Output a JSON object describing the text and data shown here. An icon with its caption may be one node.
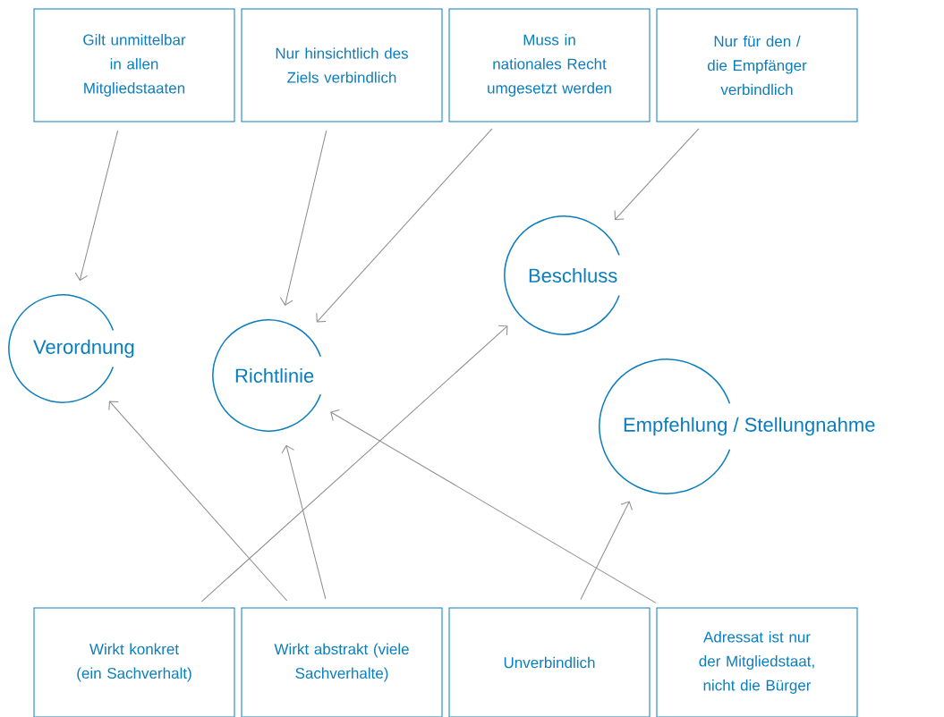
{
  "diagram": {
    "nodes": [
      {
        "text": [
          "Gilt unmittelbar in allen Mitgliedstaaten"
        ]
      },
      {
        "text": [
          "Nur hinsichtlich des Ziels verbindlich"
        ]
      },
      {
        "text": [
          "Muss in nationales Recht umgesetzt werden"
        ]
      },
      {
        "text": [
          "Nur für den / die Empfänger verbindlich"
        ]
      },
      {
        "text": [
          "Verordnung"
        ]
      },
      {
        "text": [
          "Richtlinie"
        ]
      },
      {
        "text": [
          "Beschluss"
        ]
      },
      {
        "text": [
          "Empfehlung / Stellungnahme"
        ]
      },
      {
        "text": [
          "Wirkt konkret (ein Sachverhalt)"
        ]
      },
      {
        "text": [
          "Wirkt abstrakt (viele Sachverhalte)"
        ]
      },
      {
        "text": [
          "Unverbindlich"
        ]
      },
      {
        "text": [
          "Adressat ist nur der Mitgliedstaat, nicht die Bürger"
        ]
      }
    ],
    "edges": [
      {
        "from": 0,
        "to": 4,
        "arrow": "to"
      },
      {
        "from": 1,
        "to": 5,
        "arrow": "to"
      },
      {
        "from": 2,
        "to": 5,
        "arrow": "to"
      },
      {
        "from": 3,
        "to": 6,
        "arrow": "to"
      },
      {
        "from": 8,
        "to": 6,
        "arrow": "to"
      },
      {
        "from": 9,
        "to": 4,
        "arrow": "to"
      },
      {
        "from": 9,
        "to": 5,
        "arrow": "to"
      },
      {
        "from": 10,
        "to": 7,
        "arrow": "to"
      },
      {
        "from": 11,
        "to": 5,
        "arrow": "to"
      }
    ]
  }
}
